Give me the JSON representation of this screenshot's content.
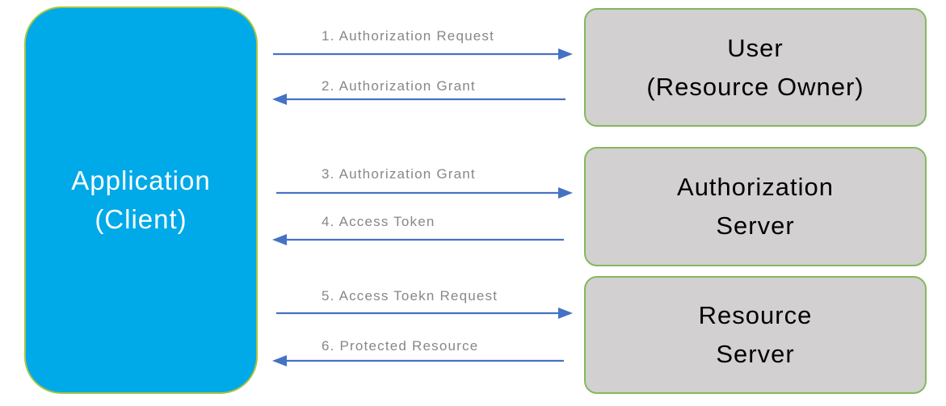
{
  "diagram": {
    "kind": "oauth-flow",
    "background": "#ffffff"
  },
  "nodes": {
    "client": {
      "line1": "Application",
      "line2": "(Client)",
      "fill": "#00A9E8",
      "border": "#A7C43E",
      "text_color": "#FFFFFF"
    },
    "user": {
      "line1": "User",
      "line2": "(Resource Owner)",
      "fill": "#D2D0D0",
      "border": "#84B860",
      "text_color": "#000000"
    },
    "auth_server": {
      "line1": "Authorization",
      "line2": "Server",
      "fill": "#D2D0D0",
      "border": "#84B860",
      "text_color": "#000000"
    },
    "resource_server": {
      "line1": "Resource",
      "line2": "Server",
      "fill": "#D2D0D0",
      "border": "#84B860",
      "text_color": "#000000"
    }
  },
  "arrows": [
    {
      "label": "1. Authorization Request",
      "from": "client",
      "to": "user",
      "direction": "right"
    },
    {
      "label": "2. Authorization Grant",
      "from": "user",
      "to": "client",
      "direction": "left"
    },
    {
      "label": "3. Authorization Grant",
      "from": "client",
      "to": "auth_server",
      "direction": "right"
    },
    {
      "label": "4. Access Token",
      "from": "auth_server",
      "to": "client",
      "direction": "left"
    },
    {
      "label": "5. Access Toekn Request",
      "from": "client",
      "to": "resource_server",
      "direction": "right"
    },
    {
      "label": "6. Protected Resource",
      "from": "resource_server",
      "to": "client",
      "direction": "left"
    }
  ],
  "colors": {
    "arrow": "#4472C4",
    "label_text": "#878787"
  }
}
